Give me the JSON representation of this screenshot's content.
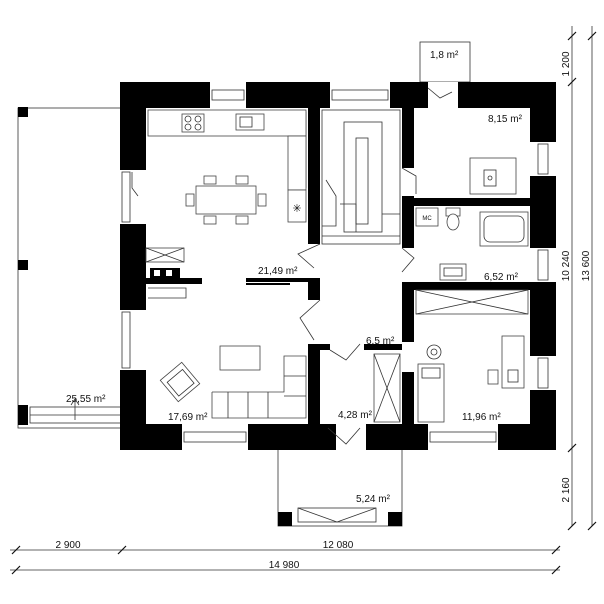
{
  "rooms": {
    "veranda": "25,55 m²",
    "kitchen_dining": "21,49 m²",
    "living": "17,69 m²",
    "hall": "6,5 m²",
    "storage": "4,28 m²",
    "bedroom_top": "8,15 m²",
    "bathroom": "6,52 m²",
    "bedroom_bottom": "11,96 m²",
    "porch_top": "1,8 m²",
    "porch_bottom": "5,24 m²"
  },
  "fixtures": {
    "boiler_label": "MC"
  },
  "dimensions": {
    "bottom_left": "2 900",
    "bottom_right": "12 080",
    "bottom_total": "14 980",
    "right_top": "1 200",
    "right_middle": "10 240",
    "right_bottom": "2 160",
    "right_total": "13 600"
  }
}
